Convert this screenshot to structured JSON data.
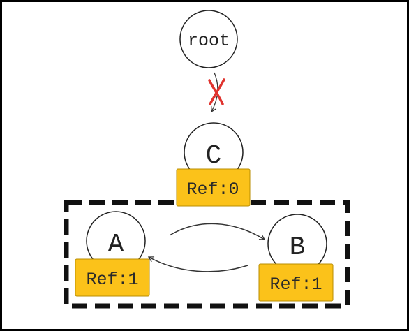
{
  "colors": {
    "background": "#ffffff",
    "frame": "#000000",
    "node_stroke": "#222222",
    "ref_badge_fill": "#fbc21a",
    "cut_mark": "#e0332e",
    "dashed_box": "#111111"
  },
  "nodes": {
    "root": {
      "label": "root"
    },
    "c": {
      "label": "C",
      "ref": "Ref:0"
    },
    "a": {
      "label": "A",
      "ref": "Ref:1"
    },
    "b": {
      "label": "B",
      "ref": "Ref:1"
    }
  },
  "edges": {
    "root_to_c": {
      "severed": true,
      "cut_icon": "x-mark-icon"
    },
    "a_to_b": {
      "direction": "A to B"
    },
    "b_to_a": {
      "direction": "B to A"
    }
  },
  "group": {
    "members": [
      "A",
      "B"
    ],
    "style": "dashed"
  }
}
